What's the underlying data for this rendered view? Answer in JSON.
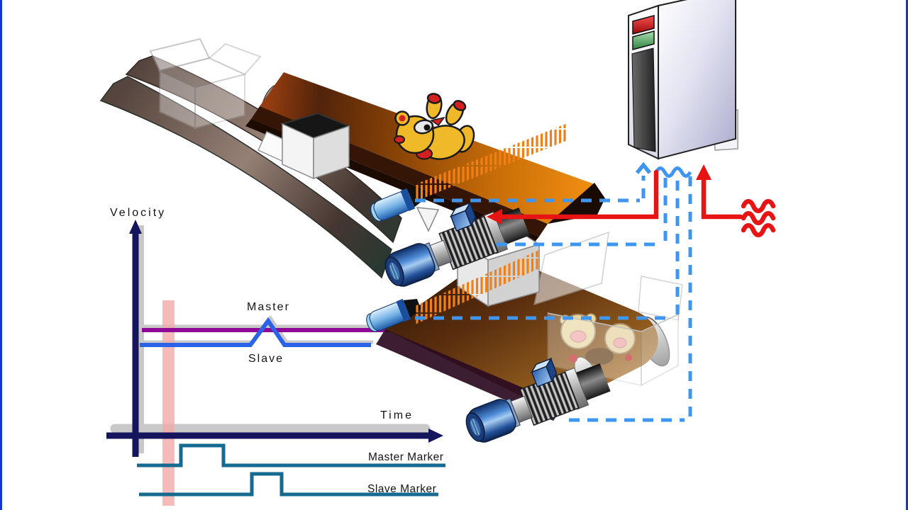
{
  "chart": {
    "y_axis_label": "Velocity",
    "x_axis_label": "Time",
    "master_label": "Master",
    "slave_label": "Slave",
    "master_marker_label": "Master Marker",
    "slave_marker_label": "Slave Marker"
  },
  "chart_data": {
    "type": "line",
    "description": "Schematic velocity-vs-time synchronization plot (no numeric ticks shown)",
    "series": [
      {
        "name": "Master",
        "shape": "constant velocity line"
      },
      {
        "name": "Slave",
        "shape": "constant velocity with one triangular correction bump"
      }
    ],
    "markers": [
      "Master Marker pulse",
      "Slave Marker pulse"
    ],
    "highlight": "pink vertical sync window near time origin"
  },
  "colors": {
    "frame_border": "#1237D8",
    "axis_navy": "#15155E",
    "axis_shadow_gray": "#C9C9C9",
    "master_velocity_purple": "#8E0A96",
    "slave_velocity_blue": "#2A62E8",
    "marker_teal": "#16698F",
    "sync_highlight_pink": "#F2A9A9",
    "signal_dashed_blue": "#3E96F0",
    "signal_solid_red": "#E81414",
    "belt_orange": "#D4700A",
    "plc_led_red": "#CC1414",
    "plc_led_green": "#3F9A52"
  }
}
